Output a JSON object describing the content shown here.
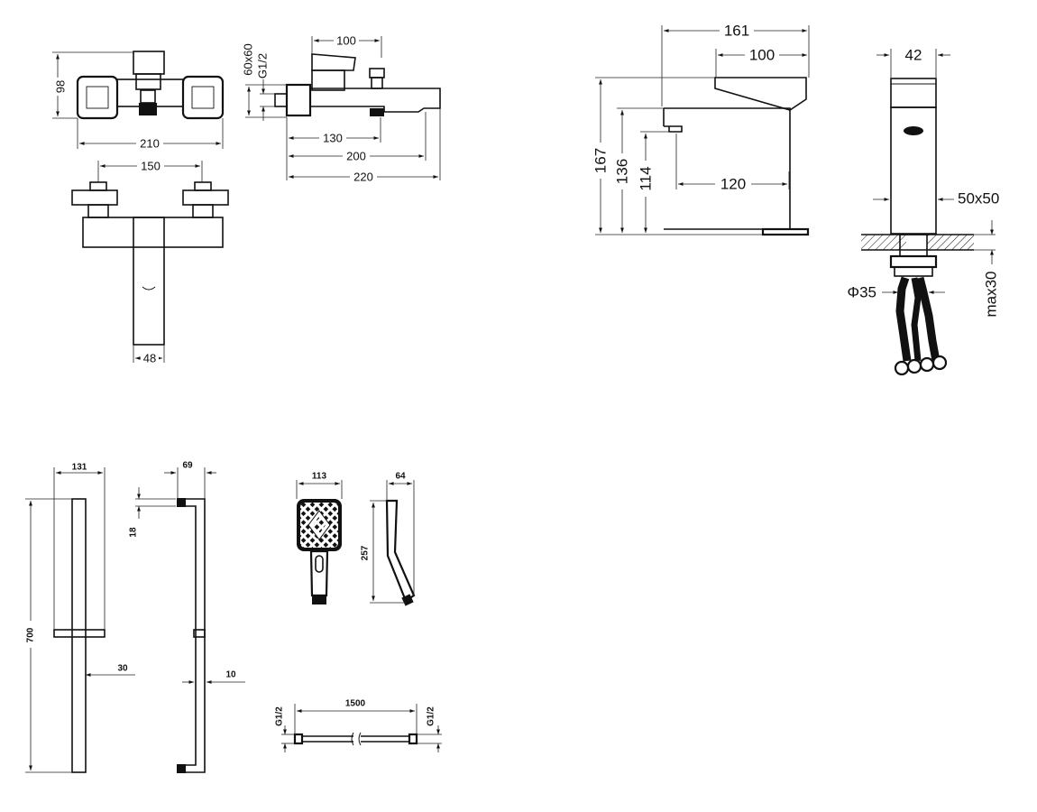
{
  "bath_mixer": {
    "dims": {
      "height_98": "98",
      "width_210": "210",
      "centers_150": "150",
      "body_48": "48",
      "top_100": "100",
      "plate_60x60": "60x60",
      "thread_g12": "G1/2",
      "reach_130": "130",
      "reach_200": "200",
      "reach_220": "220"
    }
  },
  "basin_mixer": {
    "dims": {
      "depth_161": "161",
      "lever_100": "100",
      "width_42": "42",
      "height_167": "167",
      "height_136": "136",
      "height_114": "114",
      "spout_120": "120",
      "base_50x50": "50x50",
      "hole_35": "Φ35",
      "max_30": "max30"
    }
  },
  "shower_rail": {
    "dims": {
      "width_131": "131",
      "depth_69": "69",
      "dim_18": "18",
      "length_700": "700",
      "dim_30": "30",
      "dim_10": "10"
    }
  },
  "hand_shower": {
    "dims": {
      "width_113": "113",
      "depth_64": "64",
      "length_257": "257"
    }
  },
  "hose": {
    "dims": {
      "length_1500": "1500",
      "thread_left": "G1/2",
      "thread_right": "G1/2"
    }
  }
}
